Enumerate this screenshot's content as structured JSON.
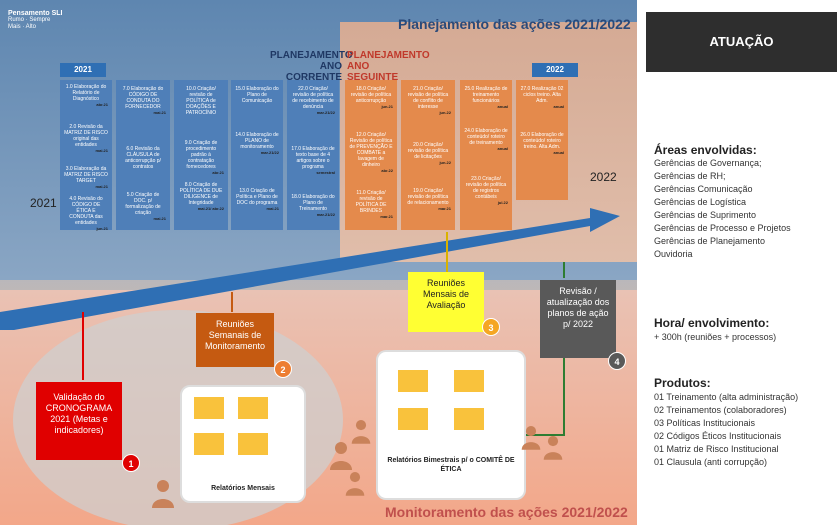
{
  "logo": {
    "name": "Pensamento SLI",
    "lines": [
      "Rumo · Sempre",
      "Mais · Alto"
    ]
  },
  "title_top": "Planejamento das ações 2021/2022",
  "title_bottom": "Monitoramento das ações 2021/2022",
  "tags": {
    "y2021": "2021",
    "y2022": "2022"
  },
  "headers": {
    "current": "PLANEJAMENTO ANO CORRENTE",
    "next": "PLANEJAMENTO ANO SEGUINTE"
  },
  "axis_years": {
    "left": "2021",
    "right": "2022"
  },
  "columns": [
    {
      "tasks": [
        {
          "t": "1.0 Elaboração do Relatório de Diagnóstico",
          "d": "abr.21"
        },
        {
          "t": "2.0 Revisão da MATRIZ DE RISCO original das entidades",
          "d": "mai.21"
        },
        {
          "t": "3.0 Elaboração da MATRIZ DE RISCO TARGET",
          "d": "mai.21"
        },
        {
          "t": "4.0 Revisão do CÓDIGO DE ÉTICA E CONDUTA das entidades",
          "d": "jun.21"
        }
      ]
    },
    {
      "tasks": [
        {
          "t": "7.0 Elaboração do CÓDIGO DE CONDUTA DO FORNECEDOR",
          "d": "mai.21"
        },
        {
          "t": "6.0 Revisão da CLÁUSULA de anticorrupção p/ contratos",
          "d": ""
        },
        {
          "t": "5.0 Criação de DOC. p/ formalização de criação",
          "d": "mai.21"
        }
      ]
    },
    {
      "tasks": [
        {
          "t": "10.0 Criação/ revisão de POLÍTICA de DOAÇÕES E PATROCÍNIO",
          "d": ""
        },
        {
          "t": "9.0 Criação de procedimento padrão à contratação fornecedores",
          "d": "abr.21"
        },
        {
          "t": "8.0 Criação de POLÍTICA DE DUE DILIGENCE de Integridade",
          "d": "mai.21/ abr.22"
        }
      ]
    },
    {
      "tasks": [
        {
          "t": "15.0 Elaboração do Plano de Comunicação",
          "d": ""
        },
        {
          "t": "14.0 Elaboração de PLANO de monitoramento",
          "d": "mar.21/22"
        },
        {
          "t": "13.0 Criação de Política e Plano de DOC do programa",
          "d": "mai.21"
        }
      ]
    },
    {
      "tasks": [
        {
          "t": "22.0 Criação/ revisão de política de recebimento de denúncia",
          "d": "mar.21/22"
        },
        {
          "t": "17.0 Elaboração de texto base de 4 artigos sobre o programa",
          "d": "semestral"
        },
        {
          "t": "18.0 Elaboração do Plano de Treinamento",
          "d": "mar.21/22"
        }
      ]
    },
    {
      "tasks": [
        {
          "t": "18.0 Criação/ revisão de política anticorrupção",
          "d": "jun.21"
        },
        {
          "t": "12.0 Criação/ Revisão de política de PREVENÇÃO E COMBATE a lavagem de dinheiro",
          "d": "abr.22"
        },
        {
          "t": "11.0 Criação/ revisão de POLÍTICA DE BRINDES",
          "d": "mar.21"
        }
      ]
    },
    {
      "tasks": [
        {
          "t": "21.0 Criação/ revisão de política de conflito de interesse",
          "d": "jun.22"
        },
        {
          "t": "20.0 Criação/ revisão de política de licitações",
          "d": "jun.22"
        },
        {
          "t": "19.0 Criação/ revisão de política de relacionamento",
          "d": "mar.21"
        }
      ]
    },
    {
      "tasks": [
        {
          "t": "25.0 Realização de treinamento funcionários",
          "d": "anual"
        },
        {
          "t": "24.0 Elaboração de conteúdo/ roteiro de treinamento",
          "d": "anual"
        },
        {
          "t": "23.0 Criação/ revisão de política de registros contábeis",
          "d": "jul.22"
        }
      ]
    },
    {
      "tasks": [
        {
          "t": "27.0 Realização 02 ciclos treino. Alta Adm.",
          "d": "anual"
        },
        {
          "t": "26.0 Elaboração de conteúdo/ roteiro treino. Alta Adm.",
          "d": "anual"
        }
      ]
    }
  ],
  "validacao": "Validação do CRONOGRAMA 2021 (Metas e indicadores)",
  "semanais": "Reuniões Semanais de Monitoramento",
  "mensais": "Reuniões Mensais de Avaliação",
  "revisao": "Revisão / atualização dos planos de ação p/ 2022",
  "rel_mensais": "Relatórios Mensais",
  "rel_bimestrais": "Relatórios Bimestrais p/ o COMITÊ DE ÉTICA",
  "badges": [
    "1",
    "2",
    "3",
    "4"
  ],
  "right": {
    "header": "ATUAÇÃO",
    "areas_title": "Áreas envolvidas:",
    "areas": [
      "Gerências de Governança;",
      "Gerências de RH;",
      "Gerências Comunicação",
      "Gerências de Logística",
      "Gerências de Suprimento",
      "Gerências de Processo e Projetos",
      "Gerências de Planejamento",
      "Ouvidoria"
    ],
    "hora_title": "Hora/ envolvimento:",
    "hora": "+ 300h (reuniões + processos)",
    "produtos_title": "Produtos:",
    "produtos": [
      "01 Treinamento (alta administração)",
      "02 Treinamentos (colaboradores)",
      "03 Políticas Institucionais",
      "02 Códigos Éticos Institucionais",
      "01 Matriz de Risco Institucional",
      "01 Clausula (anti corrupção)"
    ]
  },
  "colors": {
    "blue": "#4f7fb8",
    "orange": "#e48a4c",
    "red": "#e00000",
    "yellow": "#ffff33",
    "grey": "#595959"
  }
}
